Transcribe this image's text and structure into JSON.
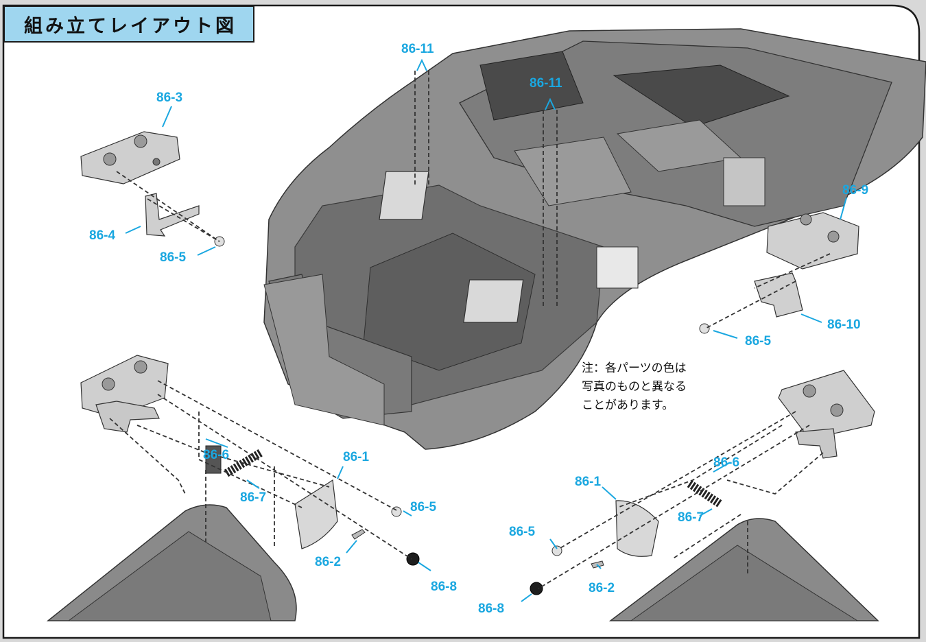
{
  "title": "組み立てレイアウト図",
  "note": [
    "注：各パーツの色は",
    "写真のものと異なる",
    "ことがあります。"
  ],
  "labels": {
    "p86_11_a": "86-11",
    "p86_11_b": "86-11",
    "p86_3": "86-3",
    "p86_4": "86-4",
    "p86_5_a": "86-5",
    "p86_9": "86-9",
    "p86_10": "86-10",
    "p86_5_b": "86-5",
    "p86_6_a": "86-6",
    "p86_7_a": "86-7",
    "p86_1_a": "86-1",
    "p86_5_c": "86-5",
    "p86_2_a": "86-2",
    "p86_8_a": "86-8",
    "p86_1_b": "86-1",
    "p86_6_b": "86-6",
    "p86_7_b": "86-7",
    "p86_5_d": "86-5",
    "p86_2_b": "86-2",
    "p86_8_b": "86-8"
  },
  "colors": {
    "label": "#1aa7e0",
    "tab": "#9fd6ef",
    "frame": "#1b1b1b",
    "background": "#d8d8d8"
  }
}
